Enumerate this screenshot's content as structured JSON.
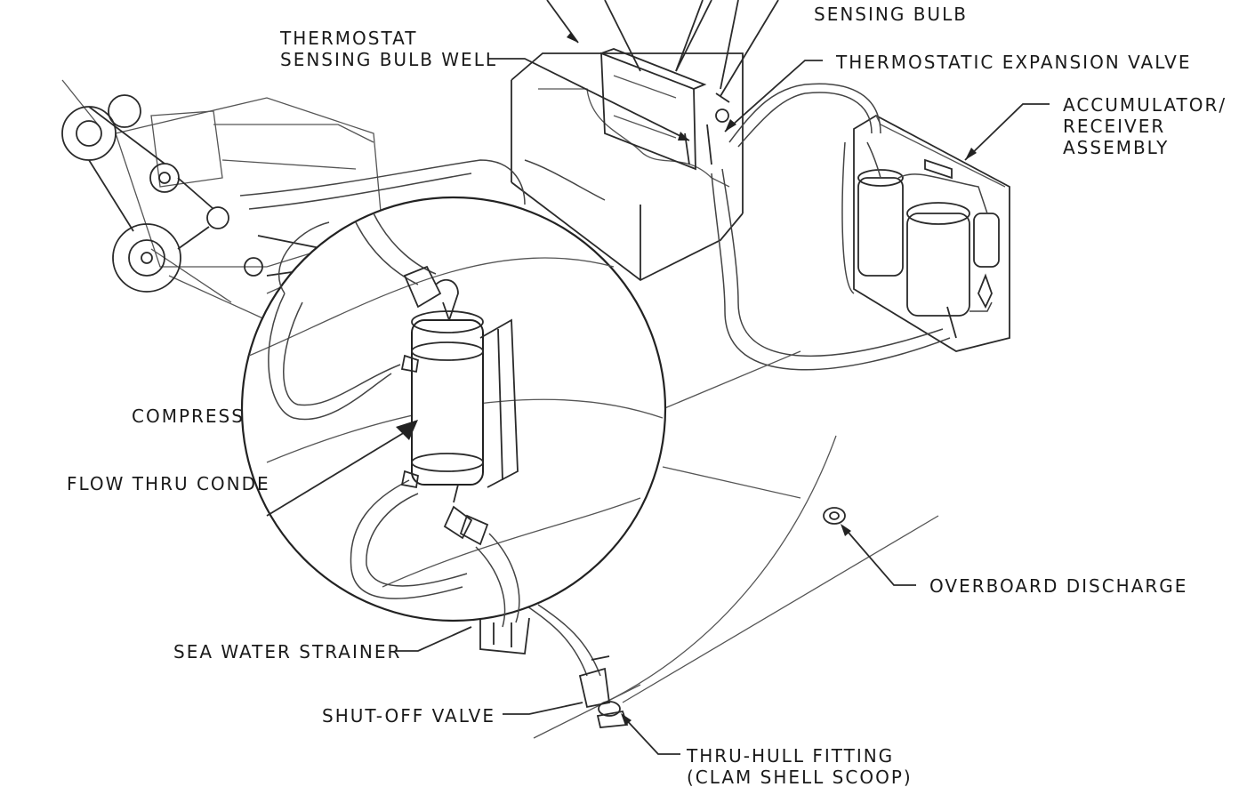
{
  "labels": {
    "sensing_bulb": "SENSING BULB",
    "bulb_well_1": "THERMOSTAT",
    "bulb_well_2": "SENSING BULB WELL",
    "expansion_valve": "THERMOSTATIC EXPANSION VALVE",
    "accumulator_1": "ACCUMULATOR/",
    "accumulator_2": "RECEIVER",
    "accumulator_3": "ASSEMBLY",
    "compressor": "COMPRESS",
    "condenser": "FLOW THRU CONDE",
    "overboard": "OVERBOARD DISCHARGE",
    "strainer": "SEA WATER STRAINER",
    "shutoff": "SHUT-OFF VALVE",
    "thru_hull_1": "THRU-HULL FITTING",
    "thru_hull_2": "(CLAM SHELL SCOOP)"
  },
  "colors": {
    "ink": "#1a1a1a",
    "background": "#ffffff"
  }
}
